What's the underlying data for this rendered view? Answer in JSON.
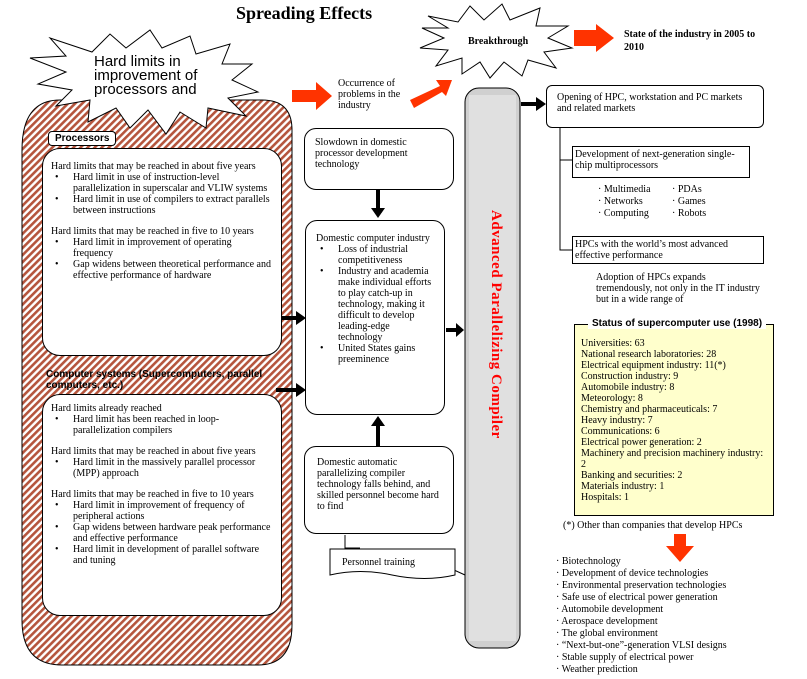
{
  "title": "Spreading Effects",
  "starburst_left": {
    "text": "Hard limits in improvement of processors and"
  },
  "occurrence": {
    "text": "Occurrence of problems in the industry"
  },
  "breakthrough": {
    "text": "Breakthrough"
  },
  "state": {
    "text": "State of the industry in 2005 to 2010"
  },
  "processors": {
    "label": "Processors",
    "group1_heading": "Hard limits that may be reached in about five years",
    "group1_items": [
      "Hard limit in use of instruction-level parallelization in superscalar and VLIW systems",
      "Hard limit in use of compilers to extract parallels between instructions"
    ],
    "group2_heading": "Hard limits that may be reached in five to 10 years",
    "group2_items": [
      "Hard limit in improvement of operating frequency",
      "Gap widens between theoretical performance and effective performance of hardware"
    ]
  },
  "computer_systems": {
    "label": "Computer systems (Supercomputers, parallel computers, etc.)",
    "group1_heading": "Hard limits already reached",
    "group1_items": [
      "Hard limit has been reached in loop-parallelization compilers"
    ],
    "group2_heading": "Hard limits that may be reached in about five years",
    "group2_items": [
      "Hard limit in the massively parallel processor (MPP) approach"
    ],
    "group3_heading": "Hard limits that may be reached in five to 10 years",
    "group3_items": [
      "Hard limit in improvement of frequency of peripheral actions",
      "Gap widens between hardware peak performance and effective performance",
      "Hard limit in development of parallel software and tuning"
    ]
  },
  "slowdown": {
    "text": "Slowdown in domestic processor development technology"
  },
  "domestic_industry": {
    "heading": "Domestic computer industry",
    "items": [
      "Loss of industrial competitiveness",
      "Industry and academia make individual efforts to play catch-up in technology, making it difficult to develop leading-edge technology",
      "United States gains preeminence"
    ]
  },
  "falls_behind": {
    "text": "Domestic automatic parallelizing compiler technology falls behind, and skilled personnel become hard to find"
  },
  "personnel": {
    "text": "Personnel training"
  },
  "apc": {
    "text": "Advanced Parallelizing Compiler"
  },
  "opening": {
    "text": "Opening of HPC, workstation and PC markets and related markets"
  },
  "next_gen": {
    "text": "Development of next-generation single-chip multiprocessors"
  },
  "apps_col1": [
    "Multimedia",
    "Networks",
    "Computing"
  ],
  "apps_col2": [
    "PDAs",
    "Games",
    "Robots"
  ],
  "hpcs_box": {
    "text": "HPCs with the world’s most advanced effective performance"
  },
  "adoption": {
    "text": "Adoption of HPCs expands tremendously, not only in the IT industry but in a wide range of"
  },
  "status": {
    "title": "Status of supercomputer use (1998)",
    "rows": [
      "Universities: 63",
      "National research laboratories: 28",
      "Electrical equipment industry: 11(*)",
      "Construction industry: 9",
      "Automobile industry: 8",
      "Meteorology: 8",
      "Chemistry and pharmaceuticals: 7",
      "Heavy industry: 7",
      "Communications: 6",
      "Electrical power generation: 2",
      "Machinery and precision machinery industry: 2",
      "Banking and securities: 2",
      "Materials industry: 1",
      "Hospitals: 1"
    ]
  },
  "footnote": "(*) Other than companies that develop HPCs",
  "fields": [
    "Biotechnology",
    "Development of device technologies",
    "Environmental preservation technologies",
    "Safe use of electrical power generation",
    "Automobile development",
    "Aerospace development",
    "The global environment",
    "“Next-but-one”-generation VLSI designs",
    "Stable supply of electrical power",
    "Weather prediction"
  ],
  "colors": {
    "hatch": "#b5553d",
    "arrow_red": "#ff3300",
    "status_bg": "#ffffcc",
    "apc_text": "#ff0000"
  }
}
